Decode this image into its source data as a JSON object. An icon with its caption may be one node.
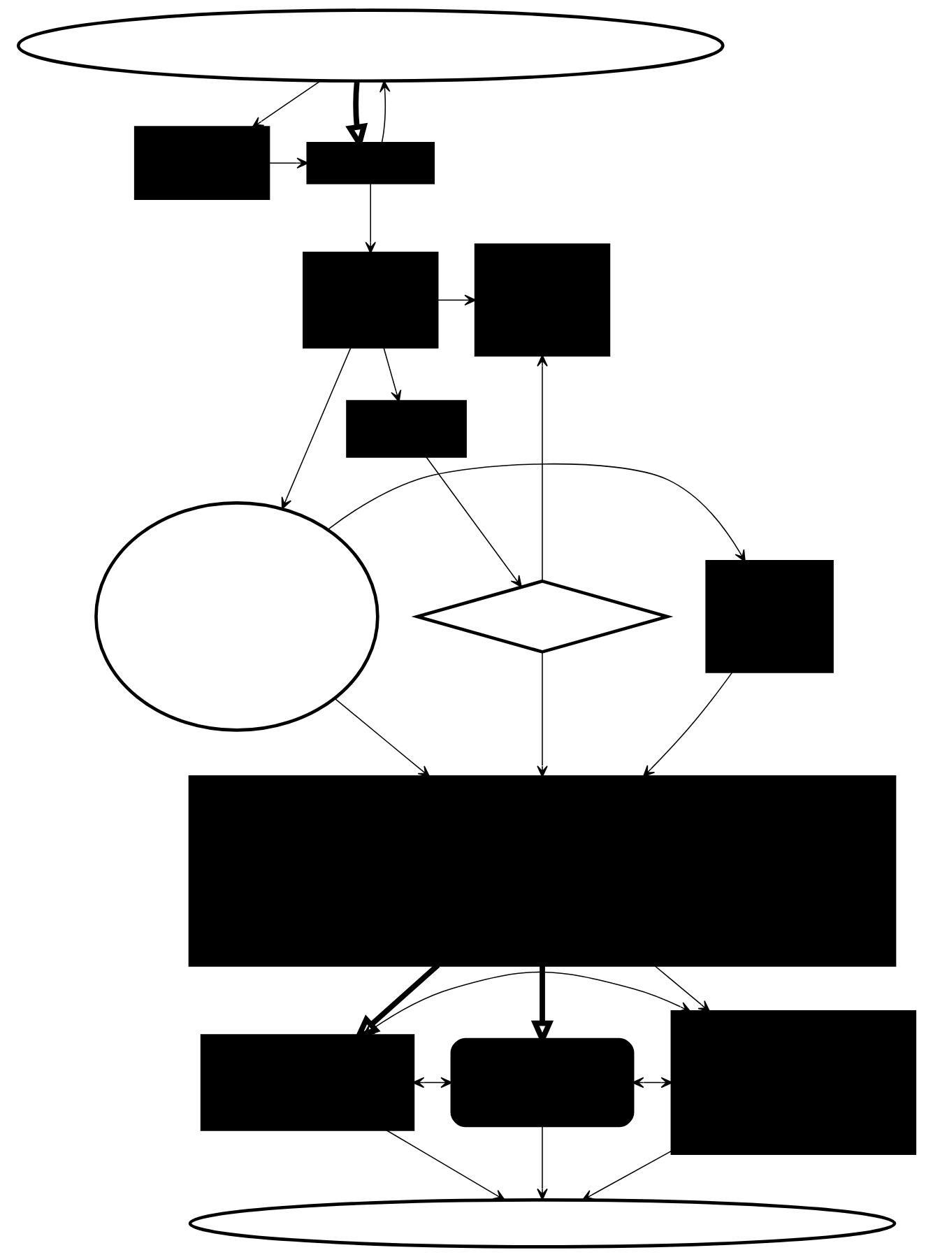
{
  "diagram": {
    "nodes": [
      {
        "text": [],
        "shape": "ellipse"
      },
      {
        "text": [],
        "shape": "box"
      },
      {
        "text": [],
        "shape": "box"
      },
      {
        "text": [],
        "shape": "box"
      },
      {
        "text": [],
        "shape": "box"
      },
      {
        "text": [],
        "shape": "box"
      },
      {
        "text": [],
        "shape": "diamond"
      },
      {
        "text": [],
        "shape": "ellipse"
      },
      {
        "text": [],
        "shape": "box"
      },
      {
        "text": [],
        "shape": "box"
      },
      {
        "text": [],
        "shape": "box"
      },
      {
        "text": [],
        "shape": "box"
      },
      {
        "text": [],
        "shape": "box"
      },
      {
        "text": [],
        "shape": "ellipse"
      }
    ],
    "edges": [
      {
        "from": 0,
        "to": 1,
        "arrow": "to",
        "style": "thick"
      },
      {
        "from": 1,
        "to": 0,
        "arrow": "to"
      },
      {
        "from": 2,
        "to": 1,
        "arrow": "to"
      },
      {
        "from": 0,
        "to": 2,
        "arrow": "to"
      },
      {
        "from": 1,
        "to": 3,
        "arrow": "to"
      },
      {
        "from": 3,
        "to": 4,
        "arrow": "to"
      },
      {
        "from": 3,
        "to": 5,
        "arrow": "to"
      },
      {
        "from": 3,
        "to": 7,
        "arrow": "to"
      },
      {
        "from": 5,
        "to": 6,
        "arrow": "to"
      },
      {
        "from": 6,
        "to": 4,
        "arrow": "to"
      },
      {
        "from": 7,
        "to": 8,
        "arrow": "to"
      },
      {
        "from": 8,
        "to": 9,
        "arrow": "to"
      },
      {
        "from": 7,
        "to": 9,
        "arrow": "to"
      },
      {
        "from": 6,
        "to": 9,
        "arrow": "to"
      },
      {
        "from": 9,
        "to": 10,
        "arrow": "to",
        "style": "thick"
      },
      {
        "from": 9,
        "to": 11,
        "arrow": "to",
        "style": "thick"
      },
      {
        "from": 9,
        "to": 12,
        "arrow": "to"
      },
      {
        "from": 10,
        "to": 11,
        "arrow": "both"
      },
      {
        "from": 11,
        "to": 12,
        "arrow": "both"
      },
      {
        "from": 10,
        "to": 12,
        "arrow": "both"
      },
      {
        "from": 10,
        "to": 13,
        "arrow": "to"
      },
      {
        "from": 11,
        "to": 13,
        "arrow": "to"
      },
      {
        "from": 12,
        "to": 13,
        "arrow": "to"
      }
    ]
  }
}
